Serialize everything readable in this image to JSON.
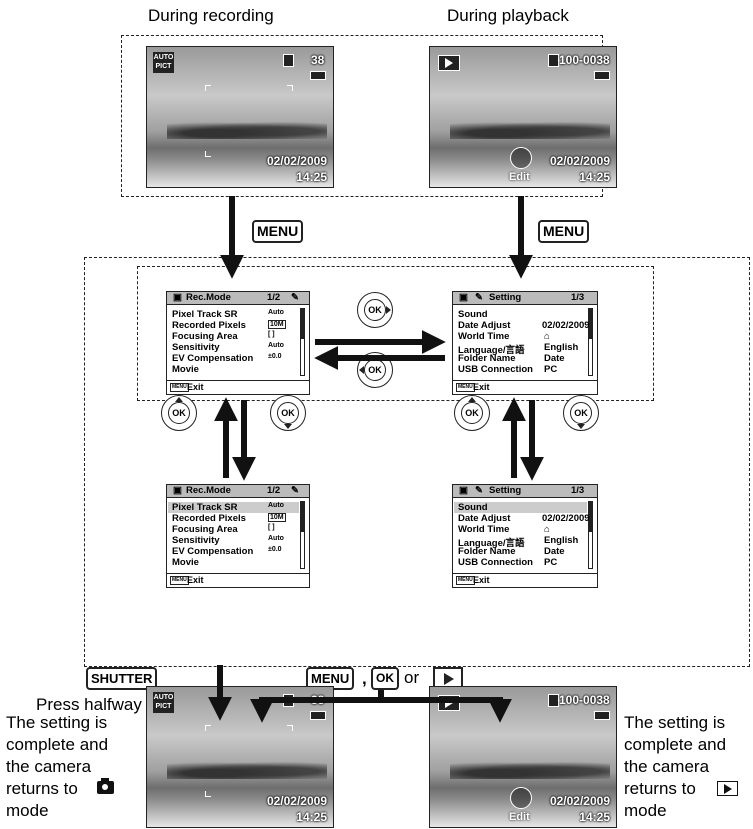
{
  "headers": {
    "recording": "During recording",
    "playback": "During playback"
  },
  "photo": {
    "count": "38",
    "file": "100-0038",
    "date": "02/02/2009",
    "time": "14:25",
    "edit": "Edit",
    "auto": "AUTO",
    "pict": "PICT"
  },
  "keys": {
    "menu": "MENU",
    "shutter": "SHUTTER",
    "ok": "OK",
    "comma": ",",
    "or": "or"
  },
  "rec_menu": {
    "title": "Rec.Mode",
    "page": "1/2",
    "items": [
      {
        "label": "Pixel Track SR",
        "value": "Auto"
      },
      {
        "label": "Recorded Pixels",
        "value": "10M"
      },
      {
        "label": "Focusing Area",
        "value": "[ ]"
      },
      {
        "label": "Sensitivity",
        "value": "Auto"
      },
      {
        "label": "EV Compensation",
        "value": "±0.0"
      },
      {
        "label": "Movie",
        "value": ""
      }
    ],
    "menu_icon": "MENU",
    "exit": "Exit"
  },
  "setting_menu": {
    "title": "Setting",
    "page": "1/3",
    "items": [
      {
        "label": "Sound",
        "value": ""
      },
      {
        "label": "Date Adjust",
        "value": "02/02/2009"
      },
      {
        "label": "World Time",
        "value": "⌂"
      },
      {
        "label": "Language/言語",
        "value": "English"
      },
      {
        "label": "Folder Name",
        "value": "Date"
      },
      {
        "label": "USB Connection",
        "value": "PC"
      }
    ],
    "menu_icon": "MENU",
    "exit": "Exit"
  },
  "press_halfway": "Press halfway",
  "left_caption": [
    "The setting is",
    "complete and",
    "the camera",
    "returns to",
    "mode"
  ],
  "right_caption": [
    "The setting is",
    "complete and",
    "the camera",
    "returns to",
    "mode"
  ],
  "icons": {
    "camera": "camera-icon",
    "play": "play-icon"
  }
}
